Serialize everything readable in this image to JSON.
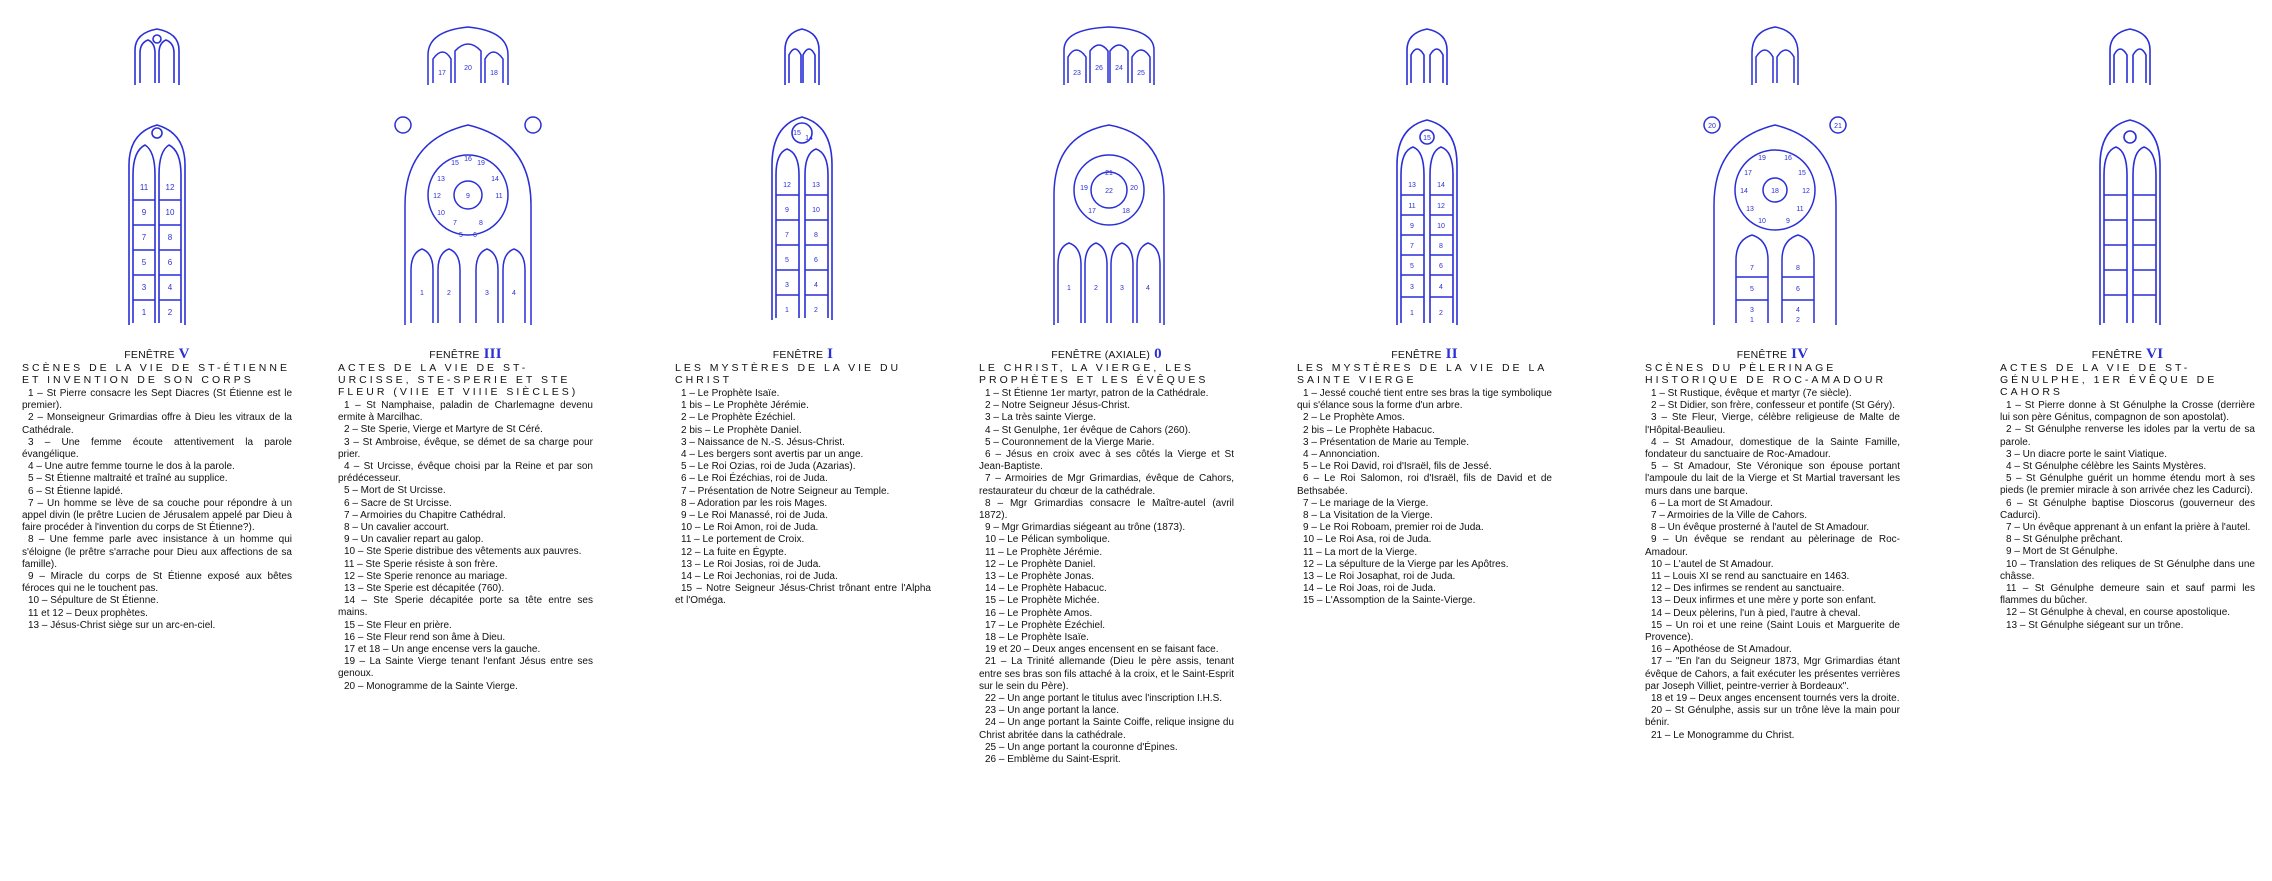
{
  "brand": {
    "ink": "#2a2fd6",
    "text": "#111111"
  },
  "windows": [
    {
      "label": "FENÊTRE",
      "number": "V",
      "title": "Scènes de la vie de St-Étienne et invention de son corps",
      "panels": {
        "top": [],
        "rose": [],
        "lancets": [
          [
            "11",
            "9",
            "7",
            "5",
            "3",
            "1"
          ],
          [
            "12",
            "10",
            "8",
            "6",
            "4",
            "2"
          ]
        ]
      },
      "items": [
        "1 – St Pierre consacre les Sept Diacres (St Étienne est le premier).",
        "2 – Monseigneur Grimardias offre à Dieu les vitraux de la Cathédrale.",
        "3 – Une femme écoute attentivement la parole évangélique.",
        "4 – Une autre femme tourne le dos à la parole.",
        "5 – St Étienne maltraité et traîné au supplice.",
        "6 – St Étienne lapidé.",
        "7 – Un homme se lève de sa couche pour répondre à un appel divin (le prêtre Lucien de Jérusalem appelé par Dieu à faire procéder à l'invention du corps de St Étienne?).",
        "8 – Une femme parle avec insistance à un homme qui s'éloigne (le prêtre s'arrache pour Dieu aux affections de sa famille).",
        "9 – Miracle du corps de St Étienne exposé aux bêtes féroces qui ne le touchent pas.",
        "10 – Sépulture de St Étienne.",
        "11 et 12 – Deux prophètes.",
        "13 – Jésus-Christ siège sur un arc-en-ciel."
      ]
    },
    {
      "label": "FENÊTRE",
      "number": "III",
      "title": "Actes de la vie de St-Urcisse, Ste-Sperie et Ste Fleur (VIIe et VIIIe siècles)",
      "panels": {
        "top": [
          "17",
          "20",
          "18"
        ],
        "rose": [
          "15",
          "16",
          "19",
          "13",
          "14",
          "12",
          "9",
          "11",
          "10",
          "7",
          "8",
          "5",
          "6"
        ],
        "lancets": [
          [
            "1"
          ],
          [
            "2"
          ],
          [
            "3"
          ],
          [
            "4"
          ]
        ]
      },
      "items": [
        "1 – St Namphaise, paladin de Charlemagne devenu ermite à Marcilhac.",
        "2 – Ste Sperie, Vierge et Martyre de St Céré.",
        "3 – St Ambroise, évêque, se démet de sa charge pour prier.",
        "4 – St Urcisse, évêque choisi par la Reine et par son prédécesseur.",
        "5 – Mort de St Urcisse.",
        "6 – Sacre de St Urcisse.",
        "7 – Armoiries du Chapitre Cathédral.",
        "8 – Un cavalier accourt.",
        "9 – Un cavalier repart au galop.",
        "10 – Ste Sperie distribue des vêtements aux pauvres.",
        "11 – Ste Sperie résiste à son frère.",
        "12 – Ste Sperie renonce au mariage.",
        "13 – Ste Sperie est décapitée (760).",
        "14 – Ste Sperie décapitée porte sa tête entre ses mains.",
        "15 – Ste Fleur en prière.",
        "16 – Ste Fleur rend son âme à Dieu.",
        "17 et 18 – Un ange encense vers la gauche.",
        "19 – La Sainte Vierge tenant l'enfant Jésus entre ses genoux.",
        "20 – Monogramme de la Sainte Vierge."
      ]
    },
    {
      "label": "FENÊTRE",
      "number": "I",
      "title": "Les mystères de la vie du Christ",
      "panels": {
        "top": [],
        "rose": [
          "15",
          "14"
        ],
        "lancets": [
          [
            "12",
            "9",
            "7",
            "5",
            "3",
            "1"
          ],
          [
            "13",
            "10",
            "8",
            "6",
            "4",
            "2"
          ]
        ]
      },
      "items": [
        "1 – Le Prophète Isaïe.",
        "1 bis – Le Prophète Jérémie.",
        "2 – Le Prophète Ézéchiel.",
        "2 bis – Le Prophète Daniel.",
        "3 – Naissance de N.-S. Jésus-Christ.",
        "4 – Les bergers sont avertis par un ange.",
        "5 – Le Roi Ozias, roi de Juda (Azarias).",
        "6 – Le Roi Ézéchias, roi de Juda.",
        "7 – Présentation de Notre Seigneur au Temple.",
        "8 – Adoration par les rois Mages.",
        "9 – Le Roi Manassé, roi de Juda.",
        "10 – Le Roi Amon, roi de Juda.",
        "11 – Le portement de Croix.",
        "12 – La fuite en Égypte.",
        "13 – Le Roi Josias, roi de Juda.",
        "14 – Le Roi Jechonias, roi de Juda.",
        "15 – Notre Seigneur Jésus-Christ trônant entre l'Alpha et l'Oméga."
      ]
    },
    {
      "label": "FENÊTRE (AXIALE)",
      "number": "0",
      "title": "Le Christ, la Vierge, les Prophètes et les Évêques",
      "panels": {
        "top": [
          "23",
          "26",
          "24",
          "25"
        ],
        "rose": [
          "21",
          "22",
          "19",
          "20",
          "17",
          "18"
        ],
        "lancets": [
          [
            "1"
          ],
          [
            "2"
          ],
          [
            "3"
          ],
          [
            "4"
          ]
        ]
      },
      "items": [
        "1 – St Étienne 1er martyr, patron de la Cathédrale.",
        "2 – Notre Seigneur Jésus-Christ.",
        "3 – La très sainte Vierge.",
        "4 – St Genulphe, 1er évêque de Cahors (260).",
        "5 – Couronnement de la Vierge Marie.",
        "6 – Jésus en croix avec à ses côtés la Vierge et St Jean-Baptiste.",
        "7 – Armoiries de Mgr Grimardias, évêque de Cahors, restaurateur du chœur de la cathédrale.",
        "8 – Mgr Grimardias consacre le Maître-autel (avril 1872).",
        "9 – Mgr Grimardias siégeant au trône (1873).",
        "10 – Le Pélican symbolique.",
        "11 – Le Prophète Jérémie.",
        "12 – Le Prophète Daniel.",
        "13 – Le Prophète Jonas.",
        "14 – Le Prophète Habacuc.",
        "15 – Le Prophète Michée.",
        "16 – Le Prophète Amos.",
        "17 – Le Prophète Ézéchiel.",
        "18 – Le Prophète Isaïe.",
        "19 et 20 – Deux anges encensent en se faisant face.",
        "21 – La Trinité allemande (Dieu le père assis, tenant entre ses bras son fils attaché à la croix, et le Saint-Esprit sur le sein du Père).",
        "22 – Un ange portant le titulus avec l'inscription I.H.S.",
        "23 – Un ange portant la lance.",
        "24 – Un ange portant la Sainte Coiffe, relique insigne du Christ abritée dans la cathédrale.",
        "25 – Un ange portant la couronne d'Épines.",
        "26 – Emblème du Saint-Esprit."
      ]
    },
    {
      "label": "FENÊTRE",
      "number": "II",
      "title": "Les mystères de la vie de la Sainte Vierge",
      "panels": {
        "top": [],
        "rose": [
          "15"
        ],
        "lancets": [
          [
            "13",
            "11",
            "9",
            "7",
            "5",
            "3",
            "1"
          ],
          [
            "14",
            "12",
            "10",
            "8",
            "6",
            "4",
            "2"
          ]
        ]
      },
      "items": [
        "1 – Jessé couché tient entre ses bras la tige symbolique qui s'élance sous la forme d'un arbre.",
        "2 – Le Prophète Amos.",
        "2 bis – Le Prophète Habacuc.",
        "3 – Présentation de Marie au Temple.",
        "4 – Annonciation.",
        "5 – Le Roi David, roi d'Israël, fils de Jessé.",
        "6 – Le Roi Salomon, roi d'Israël, fils de David et de Bethsabée.",
        "7 – Le mariage de la Vierge.",
        "8 – La Visitation de la Vierge.",
        "9 – Le Roi Roboam, premier roi de Juda.",
        "10 – Le Roi Asa, roi de Juda.",
        "11 – La mort de la Vierge.",
        "12 – La sépulture de la Vierge par les Apôtres.",
        "13 – Le Roi Josaphat, roi de Juda.",
        "14 – Le Roi Joas, roi de Juda.",
        "15 – L'Assomption de la Sainte-Vierge."
      ]
    },
    {
      "label": "FENÊTRE",
      "number": "IV",
      "title": "Scènes du pèlerinage historique de Roc-Amadour",
      "panels": {
        "top": [],
        "rose": [
          "20",
          "21",
          "19",
          "16",
          "17",
          "15",
          "14",
          "18",
          "12",
          "13",
          "11",
          "10",
          "9"
        ],
        "lancets": [
          [
            "7",
            "5",
            "3",
            "1"
          ],
          [
            "8",
            "6",
            "4",
            "2"
          ]
        ]
      },
      "items": [
        "1 – St Rustique, évêque et martyr (7e siècle).",
        "2 – St Didier, son frère, confesseur et pontife (St Géry).",
        "3 – Ste Fleur, Vierge, célèbre religieuse de Malte de l'Hôpital-Beaulieu.",
        "4 – St Amadour, domestique de la Sainte Famille, fondateur du sanctuaire de Roc-Amadour.",
        "5 – St Amadour, Ste Véronique son épouse portant l'ampoule du lait de la Vierge et St Martial traversant les murs dans une barque.",
        "6 – La mort de St Amadour.",
        "7 – Armoiries de la Ville de Cahors.",
        "8 – Un évêque prosterné à l'autel de St Amadour.",
        "9 – Un évêque se rendant au pèlerinage de Roc-Amadour.",
        "10 – L'autel de St Amadour.",
        "11 – Louis XI se rend au sanctuaire en 1463.",
        "12 – Des infirmes se rendent au sanctuaire.",
        "13 – Deux infirmes et une mère y porte son enfant.",
        "14 – Deux pèlerins, l'un à pied, l'autre à cheval.",
        "15 – Un roi et une reine (Saint Louis et Marguerite de Provence).",
        "16 – Apothéose de St Amadour.",
        "17 – \"En l'an du Seigneur 1873, Mgr Grimardias étant évêque de Cahors, a fait exécuter les présentes verrières par Joseph Villiet, peintre-verrier à Bordeaux\".",
        "18 et 19 – Deux anges encensent tournés vers la droite.",
        "20 – St Génulphe, assis sur un trône lève la main pour bénir.",
        "21 – Le Monogramme du Christ."
      ]
    },
    {
      "label": "FENÊTRE",
      "number": "VI",
      "title": "Actes de la vie de St-Génulphe, 1er évêque de Cahors",
      "panels": {
        "top": [],
        "rose": [],
        "lancets": [
          [],
          []
        ]
      },
      "items": [
        "1 – St Pierre donne à St Génulphe la Crosse (derrière lui son père Génitus, compagnon de son apostolat).",
        "2 – St Génulphe renverse les idoles par la vertu de sa parole.",
        "3 – Un diacre porte le saint Viatique.",
        "4 – St Génulphe célèbre les Saints Mystères.",
        "5 – St Génulphe guérit un homme étendu mort à ses pieds (le premier miracle à son arrivée chez les Cadurci).",
        "6 – St Génulphe baptise Dioscorus (gouverneur des Cadurci).",
        "7 – Un évêque apprenant à un enfant la prière à l'autel.",
        "8 – St Génulphe prêchant.",
        "9 – Mort de St Génulphe.",
        "10 – Translation des reliques de St Génulphe dans une châsse.",
        "11 – St Génulphe demeure sain et sauf parmi les flammes du bûcher.",
        "12 – St Génulphe à cheval, en course apostolique.",
        "13 – St Génulphe siégeant sur un trône."
      ]
    }
  ]
}
